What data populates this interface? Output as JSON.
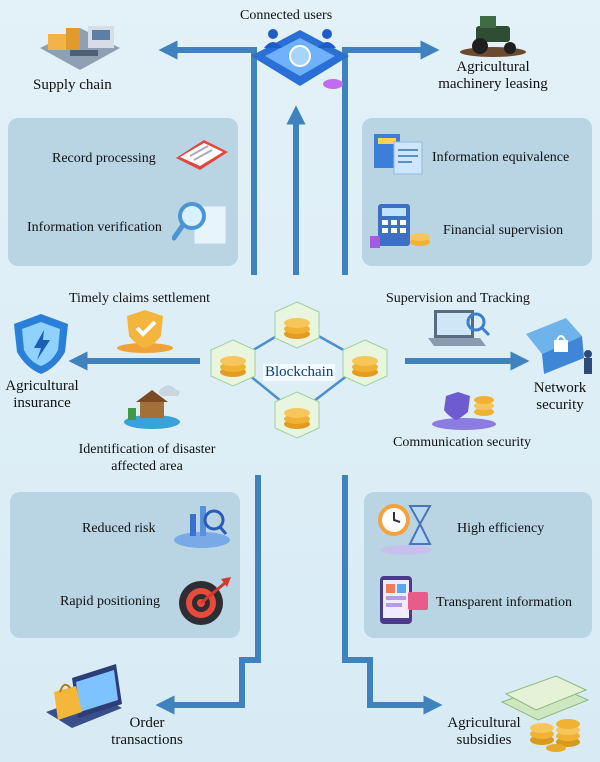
{
  "center": {
    "label": "Blockchain"
  },
  "top": {
    "label": "Connected users"
  },
  "supply_chain": {
    "label": "Supply chain"
  },
  "machinery": {
    "line1": "Agricultural",
    "line2": "machinery leasing"
  },
  "left_top_panel": {
    "items": [
      "Record processing",
      "Information verification"
    ]
  },
  "right_top_panel": {
    "items": [
      "Information equivalence",
      "Financial supervision"
    ]
  },
  "insurance": {
    "line1": "Agricultural",
    "line2": "insurance",
    "claims": "Timely claims settlement",
    "disaster_line1": "Identification of disaster",
    "disaster_line2": "affected area"
  },
  "security": {
    "line1": "Network",
    "line2": "security",
    "tracking": "Supervision and Tracking",
    "comm": "Communication security"
  },
  "left_bottom_panel": {
    "items": [
      "Reduced risk",
      "Rapid positioning"
    ]
  },
  "right_bottom_panel": {
    "items": [
      "High efficiency",
      "Transparent information"
    ]
  },
  "order": {
    "line1": "Order",
    "line2": "transactions"
  },
  "subsidies": {
    "line1": "Agricultural",
    "line2": "subsidies"
  },
  "colors": {
    "arrow": "#3f82bd",
    "panel": "#b9d5e4",
    "coin": "#f1b233",
    "hexagon": "#e9f6df"
  }
}
